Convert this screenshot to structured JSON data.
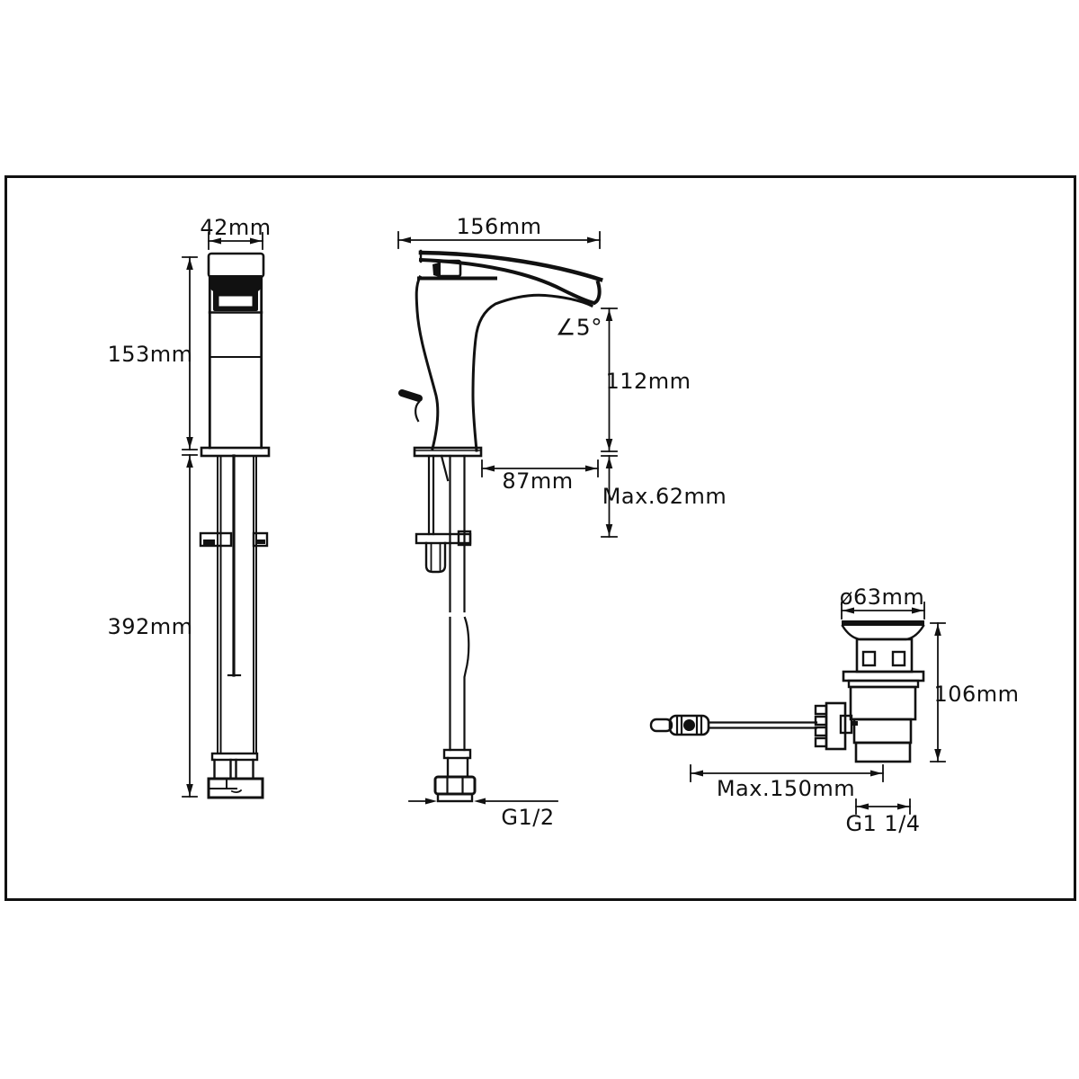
{
  "colors": {
    "line": "#111111",
    "background": "#ffffff"
  },
  "front_view": {
    "width": "42mm",
    "body_height": "153mm",
    "hose_length": "392mm"
  },
  "side_view": {
    "total_reach": "156mm",
    "spout_angle": "∠5°",
    "spout_height": "112mm",
    "spout_reach": "87mm",
    "max_mounting_thickness": "Max.62mm",
    "inlet_thread": "G1/2"
  },
  "drain_view": {
    "flange_diameter": "ø63mm",
    "height": "106mm",
    "max_rod_length": "Max.150mm",
    "outlet_thread": "G1 1/4"
  }
}
